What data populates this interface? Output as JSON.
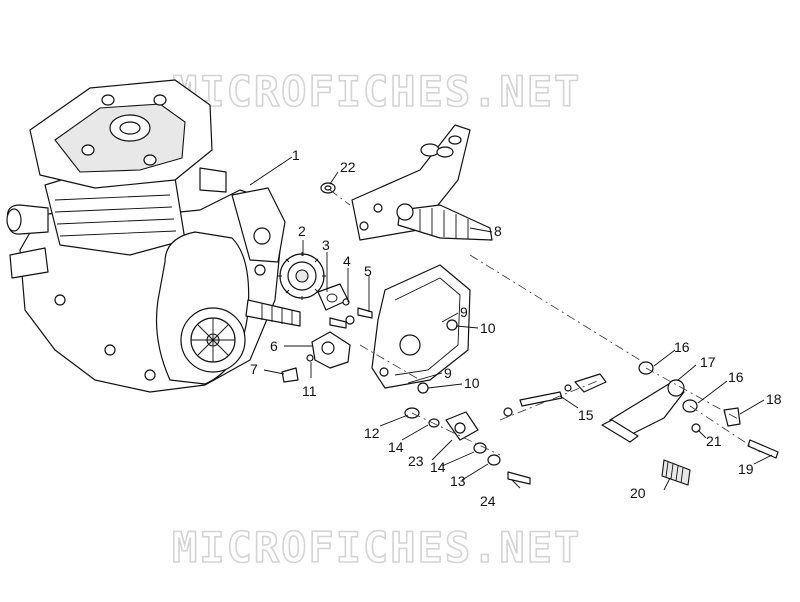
{
  "watermark": {
    "top": "MICROFICHES.NET",
    "bottom": "MICROFICHES.NET"
  },
  "callouts": [
    {
      "id": "1",
      "label": "1"
    },
    {
      "id": "2",
      "label": "2"
    },
    {
      "id": "3",
      "label": "3"
    },
    {
      "id": "4",
      "label": "4"
    },
    {
      "id": "5",
      "label": "5"
    },
    {
      "id": "6",
      "label": "6"
    },
    {
      "id": "7",
      "label": "7"
    },
    {
      "id": "8",
      "label": "8"
    },
    {
      "id": "9a",
      "label": "9"
    },
    {
      "id": "9b",
      "label": "9"
    },
    {
      "id": "10a",
      "label": "10"
    },
    {
      "id": "10b",
      "label": "10"
    },
    {
      "id": "11",
      "label": "11"
    },
    {
      "id": "12",
      "label": "12"
    },
    {
      "id": "13",
      "label": "13"
    },
    {
      "id": "14a",
      "label": "14"
    },
    {
      "id": "14b",
      "label": "14"
    },
    {
      "id": "15",
      "label": "15"
    },
    {
      "id": "16a",
      "label": "16"
    },
    {
      "id": "16b",
      "label": "16"
    },
    {
      "id": "17",
      "label": "17"
    },
    {
      "id": "18",
      "label": "18"
    },
    {
      "id": "19",
      "label": "19"
    },
    {
      "id": "20",
      "label": "20"
    },
    {
      "id": "21",
      "label": "21"
    },
    {
      "id": "22",
      "label": "22"
    },
    {
      "id": "23",
      "label": "23"
    },
    {
      "id": "24",
      "label": "24"
    }
  ]
}
